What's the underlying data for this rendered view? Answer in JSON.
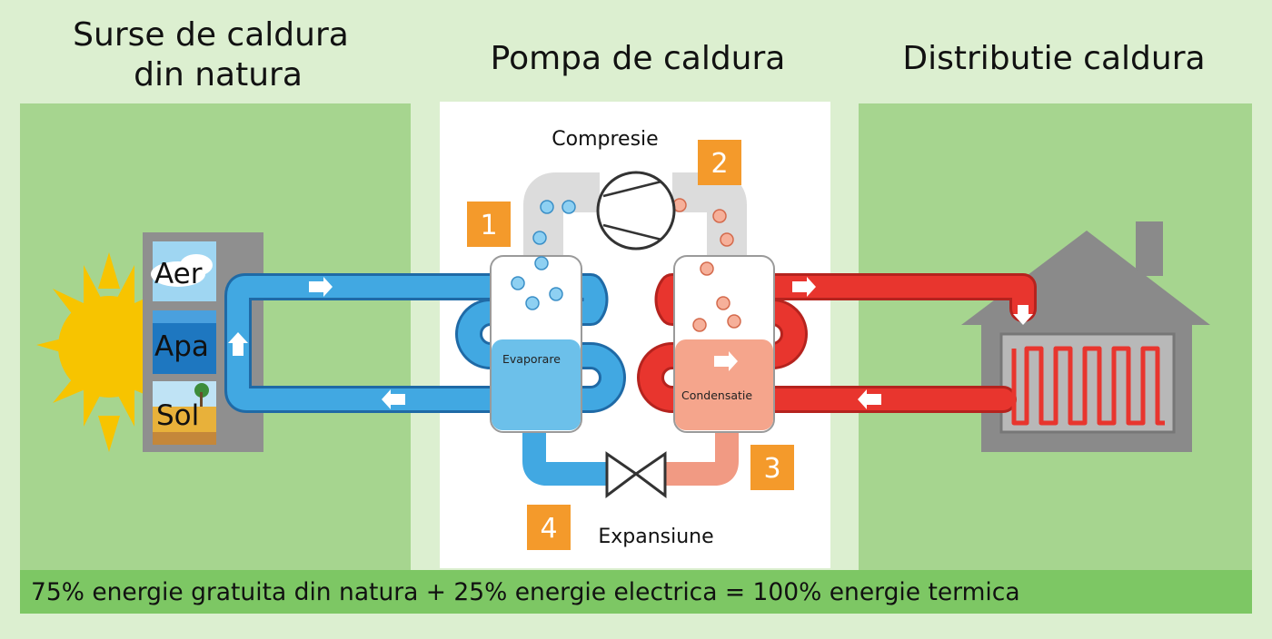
{
  "headers": {
    "sources_line1": "Surse de caldura",
    "sources_line2": "din natura",
    "pump": "Pompa de caldura",
    "distribution": "Distributie caldura"
  },
  "sources": {
    "air": "Aer",
    "water": "Apa",
    "soil": "Sol"
  },
  "stages": {
    "compression": "Compresie",
    "evaporation": "Evaporare",
    "condensation": "Condensatie",
    "expansion": "Expansiune"
  },
  "step_numbers": [
    "1",
    "2",
    "3",
    "4"
  ],
  "footer": "75% energie gratuita din natura + 25% energie electrica = 100% energie termica",
  "colors": {
    "background": "#dcefd0",
    "panel_green": "#a6d58f",
    "footer_green": "#7dc764",
    "cold_loop": "#41a8e2",
    "hot_loop": "#e8352e",
    "step_badge": "#f49a2b",
    "house": "#8a8a8a",
    "sun": "#f7c400"
  },
  "icons": [
    "sun-icon",
    "house-icon",
    "compressor-icon",
    "expansion-valve-icon",
    "arrow-icon"
  ]
}
